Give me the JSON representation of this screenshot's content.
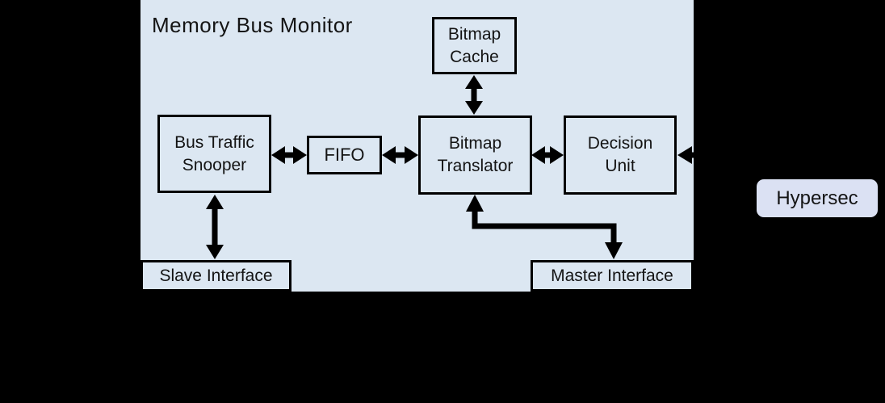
{
  "colors": {
    "background": "#000000",
    "panel_fill": "#dce7f2",
    "block_fill": "#dce7f2",
    "chip_fill": "#dbe1f3",
    "line": "#000000",
    "text": "#141414"
  },
  "diagram": {
    "title": "Memory Bus Monitor",
    "blocks": {
      "bitmap_cache": "Bitmap\nCache",
      "bus_traffic_snooper": "Bus Traffic\nSnooper",
      "fifo": "FIFO",
      "bitmap_translator": "Bitmap\nTranslator",
      "decision_unit": "Decision\nUnit"
    },
    "interfaces": {
      "slave": "Slave Interface",
      "master": "Master Interface"
    },
    "external": {
      "hypersec": "Hypersec"
    }
  }
}
